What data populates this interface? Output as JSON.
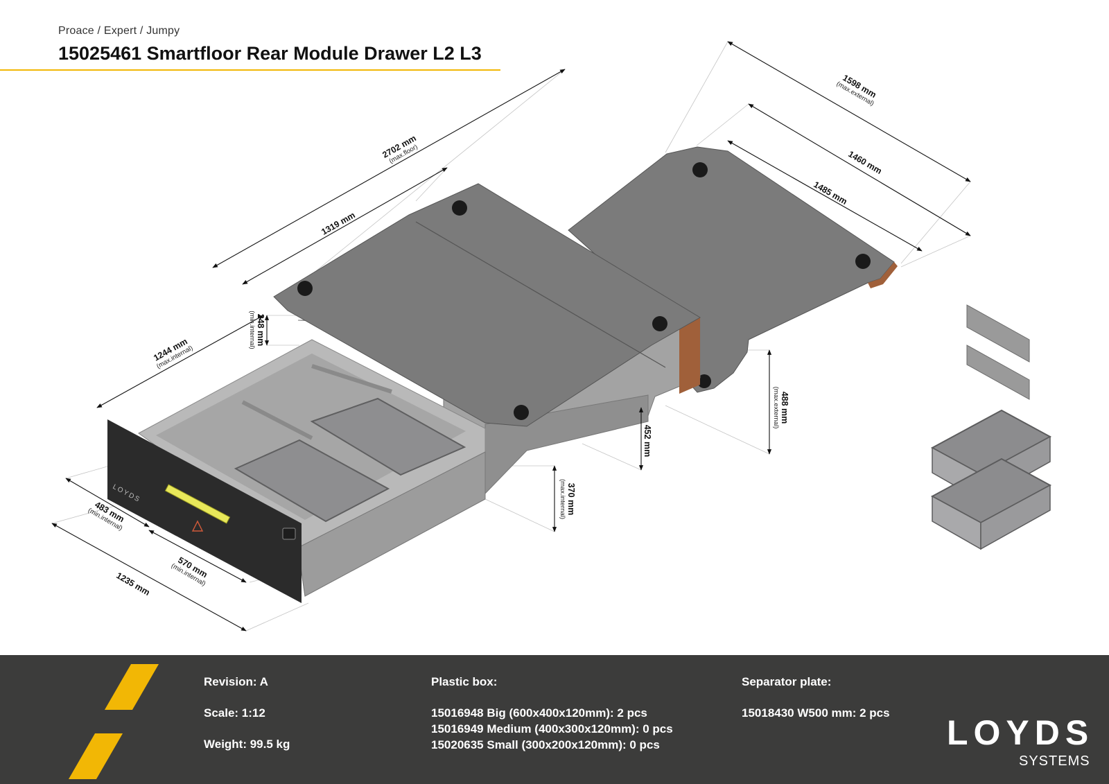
{
  "header": {
    "breadcrumb": "Proace / Expert / Jumpy",
    "title": "15025461 Smartfloor Rear Module Drawer L2 L3"
  },
  "dimensions": {
    "d2702": {
      "value": "2702 mm",
      "note": "(max.floor)"
    },
    "d1598": {
      "value": "1598 mm",
      "note": "(max.external)"
    },
    "d1460": {
      "value": "1460 mm"
    },
    "d1485": {
      "value": "1485 mm"
    },
    "d1319": {
      "value": "1319 mm"
    },
    "d1244": {
      "value": "1244 mm",
      "note": "(max.internal)"
    },
    "d248": {
      "value": "248 mm",
      "note": "(min.internal)"
    },
    "d488": {
      "value": "488 mm",
      "note": "(max.external)"
    },
    "d452": {
      "value": "452 mm"
    },
    "d370": {
      "value": "370 mm",
      "note": "(max.internal)"
    },
    "d483": {
      "value": "483 mm",
      "note": "(min.internal)"
    },
    "d570": {
      "value": "570 mm",
      "note": "(min.internal)"
    },
    "d1235": {
      "value": "1235 mm"
    }
  },
  "drawer_front": {
    "logo_text": "LOYDS"
  },
  "footer": {
    "revision": "Revision: A",
    "scale": "Scale: 1:12",
    "weight": "Weight: 99.5 kg",
    "plastic_box": {
      "heading": "Plastic box:",
      "lines": [
        "15016948 Big (600x400x120mm): 2 pcs",
        "15016949 Medium (400x300x120mm): 0 pcs",
        "15020635 Small (300x200x120mm): 0 pcs"
      ]
    },
    "separator_plate": {
      "heading": "Separator plate:",
      "lines": [
        "15018430 W500 mm: 2 pcs"
      ]
    },
    "brand": {
      "main": "LOYDS",
      "sub": "SYSTEMS"
    }
  },
  "colors": {
    "accent_yellow": "#f2b705",
    "footer_bg": "#3c3c3b",
    "floor_grey": "#7b7b7b",
    "frame_grey": "#a3a3a3",
    "drawer_front": "#2b2b2b",
    "wood_edge": "#a0603a",
    "handle_yellow": "#e8e85a"
  }
}
